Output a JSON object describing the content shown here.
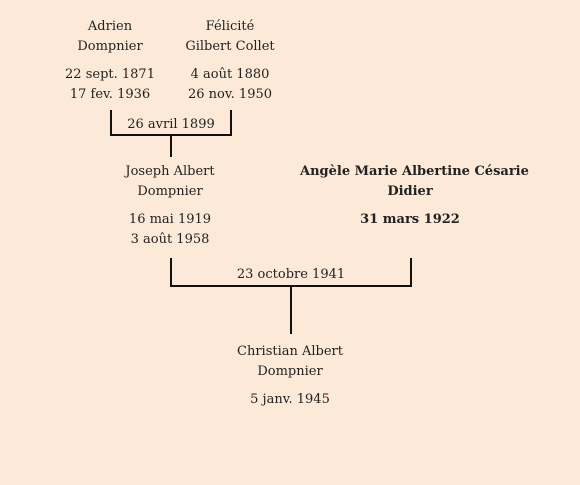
{
  "people": {
    "adrien": {
      "first": "Adrien",
      "last": "Dompnier",
      "birth": "22 sept. 1871",
      "death": "17 fev. 1936"
    },
    "felicite": {
      "first": "Félicité",
      "last": "Gilbert Collet",
      "birth": "4 août 1880",
      "death": "26 nov. 1950"
    },
    "joseph": {
      "first": "Joseph Albert",
      "last": "Dompnier",
      "birth": "16 mai 1919",
      "death": "3 août 1958"
    },
    "angele": {
      "first": "Angèle Marie Albertine Césarie",
      "last": "Didier",
      "birth": "31 mars 1922"
    },
    "christian": {
      "first": "Christian Albert",
      "last": "Dompnier",
      "birth": "5 janv. 1945"
    }
  },
  "marriages": {
    "m1899": "26 avril 1899",
    "m1941": "23 octobre 1941"
  }
}
